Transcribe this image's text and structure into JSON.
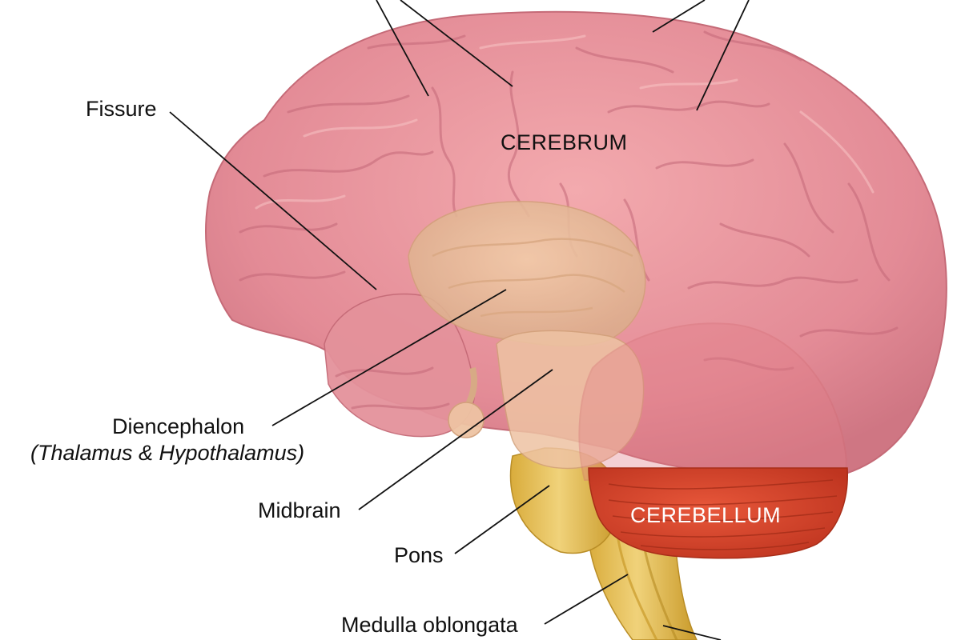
{
  "labels": {
    "fissure": "Fissure",
    "cerebrum": "CEREBRUM",
    "diencephalon": "Diencephalon",
    "diencephalon_sub": "(Thalamus & Hypothalamus)",
    "midbrain": "Midbrain",
    "pons": "Pons",
    "medulla": "Medulla oblongata",
    "cerebellum": "CEREBELLUM"
  },
  "colors": {
    "cerebrum": "#e8929c",
    "cerebrum_dark": "#c9707c",
    "cerebrum_light": "#f4b7b9",
    "diencephalon": "#e9b998",
    "brainstem": "#e4c05a",
    "brainstem_dark": "#c99a2a",
    "cerebellum": "#d8452a",
    "cerebellum_dark": "#b7311c"
  }
}
